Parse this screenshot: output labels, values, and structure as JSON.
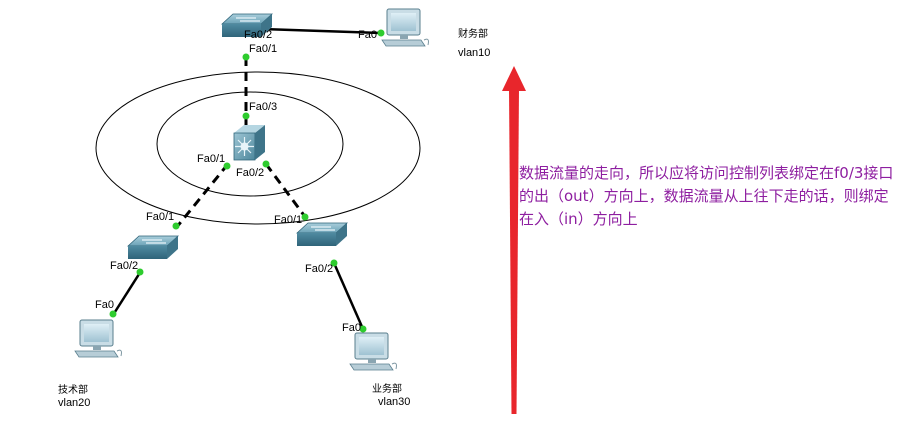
{
  "topology": {
    "ports": {
      "top_switch_down": "Fa0/1",
      "top_switch_right": "Fa0/2",
      "finance_pc": "Fa0",
      "core_up": "Fa0/3",
      "core_left": "Fa0/1",
      "core_right": "Fa0/2",
      "left_switch_up": "Fa0/1",
      "left_switch_down": "Fa0/2",
      "tech_pc": "Fa0",
      "right_switch_up": "Fa0/1",
      "right_switch_down": "Fa0/2",
      "business_pc": "Fa0"
    },
    "departments": {
      "finance": {
        "name": "财务部",
        "vlan": "vlan10"
      },
      "tech": {
        "name": "技术部",
        "vlan": "vlan20"
      },
      "business": {
        "name": "业务部",
        "vlan": "vlan30"
      }
    }
  },
  "annotation": {
    "text": "数据流量的走向，所以应将访问控制列表绑定在f0/3接口的出（out）方向上，数据流量从上往下走的话，则绑定在入（in）方向上",
    "color": "#8e1ea0",
    "arrow_color": "#e8262c"
  }
}
